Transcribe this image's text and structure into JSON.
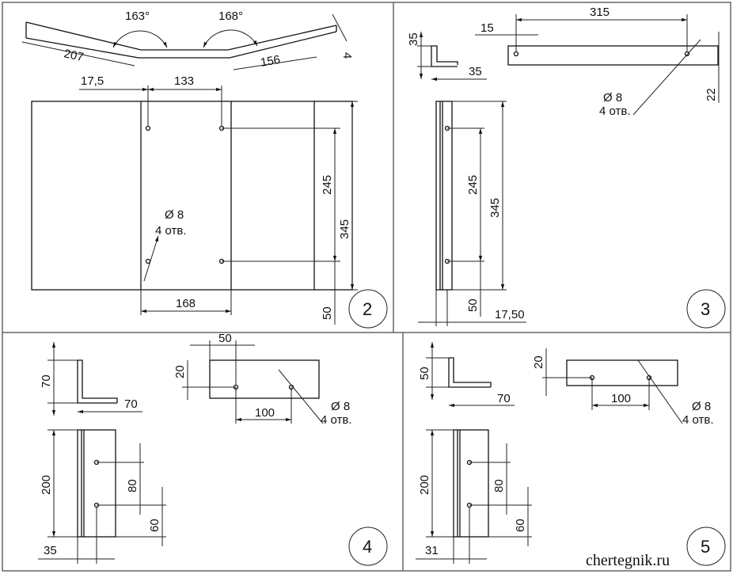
{
  "panels": {
    "p2": {
      "number": "2",
      "angles": [
        "163°",
        "168°"
      ],
      "dims": {
        "top_left": "207",
        "top_right": "156",
        "thickness": "4",
        "offset": "17,5",
        "spacing": "133",
        "width": "168",
        "hole_spacing": "245",
        "height": "345",
        "bottom": "50"
      },
      "hole_note": [
        "Ø 8",
        "4 отв."
      ]
    },
    "p3": {
      "number": "3",
      "dims": {
        "profile_h": "35",
        "profile_w": "35",
        "length": "315",
        "offset": "15",
        "depth": "22",
        "hole_spacing": "245",
        "height": "345",
        "bottom": "50",
        "edge": "17,50"
      },
      "hole_note": [
        "Ø 8",
        "4 отв."
      ]
    },
    "p4": {
      "number": "4",
      "dims": {
        "profile_h": "70",
        "profile_w": "70",
        "top": "50",
        "small": "20",
        "spacing": "100",
        "height": "200",
        "hole_spacing": "80",
        "bottom": "60",
        "edge": "35"
      },
      "hole_note": [
        "Ø 8",
        "4 отв."
      ]
    },
    "p5": {
      "number": "5",
      "dims": {
        "profile_h": "50",
        "profile_w": "70",
        "small": "20",
        "spacing": "100",
        "height": "200",
        "hole_spacing": "80",
        "bottom": "60",
        "edge": "31"
      },
      "hole_note": [
        "Ø 8",
        "4 отв."
      ]
    }
  },
  "watermark": "chertegnik.ru"
}
